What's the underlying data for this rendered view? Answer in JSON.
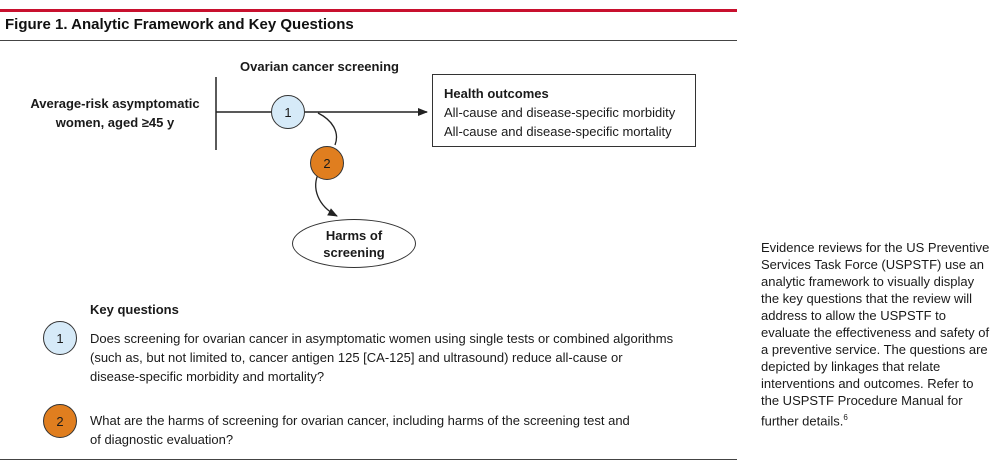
{
  "figure": {
    "title": "Figure 1. Analytic Framework and Key Questions"
  },
  "diagram": {
    "population": "Average-risk asymptomatic women, aged ≥45 y",
    "intervention": "Ovarian cancer screening",
    "outcomes": {
      "header": "Health outcomes",
      "items": [
        "All-cause and disease-specific morbidity",
        "All-cause and disease-specific mortality"
      ]
    },
    "harms": "Harms of screening",
    "node1": "1",
    "node2": "2",
    "colors": {
      "kq1": "#d6eaf8",
      "kq2": "#e07e1f",
      "rule": "#c8102e"
    }
  },
  "key_questions": {
    "header": "Key questions",
    "items": [
      {
        "num": "1",
        "lines": [
          "Does screening for ovarian cancer in asymptomatic women using single tests or combined algorithms",
          "(such as, but not limited to, cancer antigen 125 [CA-125] and ultrasound) reduce all-cause or",
          "disease-specific morbidity and mortality?"
        ]
      },
      {
        "num": "2",
        "lines": [
          "What are the harms of screening for ovarian cancer, including harms of the screening test and",
          "of diagnostic evaluation?"
        ]
      }
    ]
  },
  "side_note": {
    "text": "Evidence reviews for the US Preventive Services Task Force (USPSTF) use an analytic framework to visually display the key questions that the review will address to allow the USPSTF to evaluate the effectiveness and safety of a preventive service. The questions are depicted by linkages that relate interventions and outcomes. Refer to the USPSTF Procedure Manual for further details.",
    "ref": "6"
  }
}
